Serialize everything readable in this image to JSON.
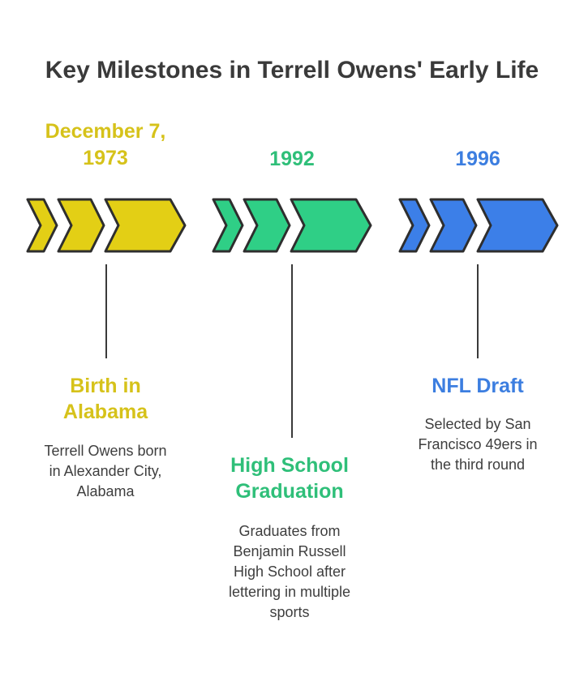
{
  "title": "Key Milestones in Terrell Owens' Early Life",
  "milestones": [
    {
      "date_line1": "December 7,",
      "date_line2": "1973",
      "title_line1": "Birth in",
      "title_line2": "Alabama",
      "desc_lines": [
        "Terrell Owens born",
        "in Alexander City,",
        "Alabama"
      ],
      "color": "#e3cf15",
      "text_color": "#d6c21a"
    },
    {
      "date_line1": "1992",
      "title_line1": "High School",
      "title_line2": "Graduation",
      "desc_lines": [
        "Graduates from",
        "Benjamin Russell",
        "High School after",
        "lettering in multiple",
        "sports"
      ],
      "color": "#2fcf86",
      "text_color": "#2fbf79"
    },
    {
      "date_line1": "1996",
      "title_line1": "NFL Draft",
      "desc_lines": [
        "Selected by San",
        "Francisco 49ers in",
        "the third round"
      ],
      "color": "#3c7fe8",
      "text_color": "#3c7ee0"
    }
  ]
}
